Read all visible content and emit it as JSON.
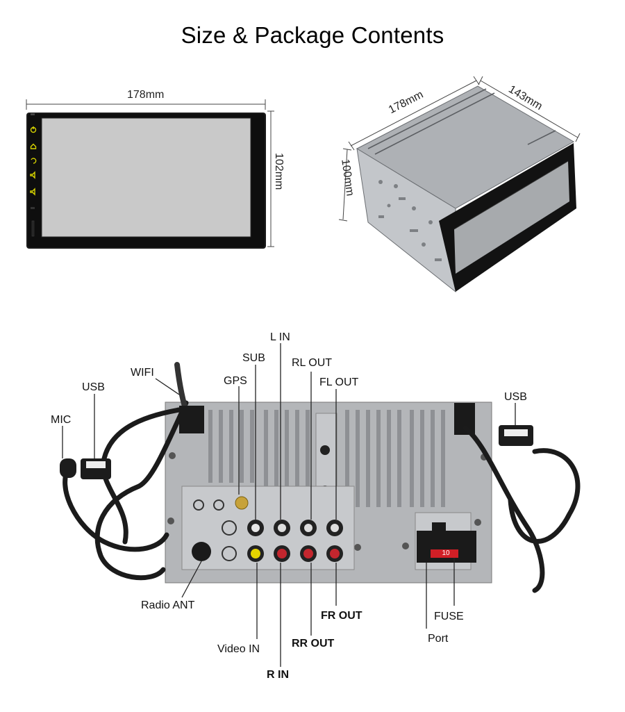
{
  "title": "Size & Package Contents",
  "front_view": {
    "width_label": "178mm",
    "height_label": "102mm",
    "side_button_colour": "#d7d400"
  },
  "box_view": {
    "length_label": "178mm",
    "depth_label": "143mm",
    "height_label": "100mm"
  },
  "rear_view": {
    "labels": {
      "l_in": "L IN",
      "sub": "SUB",
      "rl_out": "RL OUT",
      "wifi": "WIFI",
      "gps": "GPS",
      "fl_out": "FL OUT",
      "usb_left": "USB",
      "usb_right": "USB",
      "mic": "MIC",
      "radio_ant": "Radio ANT",
      "fr_out": "FR OUT",
      "fuse": "FUSE",
      "rr_out": "RR OUT",
      "port": "Port",
      "video_in": "Video IN",
      "r_in": "R IN"
    },
    "fuse_marking": "10"
  }
}
